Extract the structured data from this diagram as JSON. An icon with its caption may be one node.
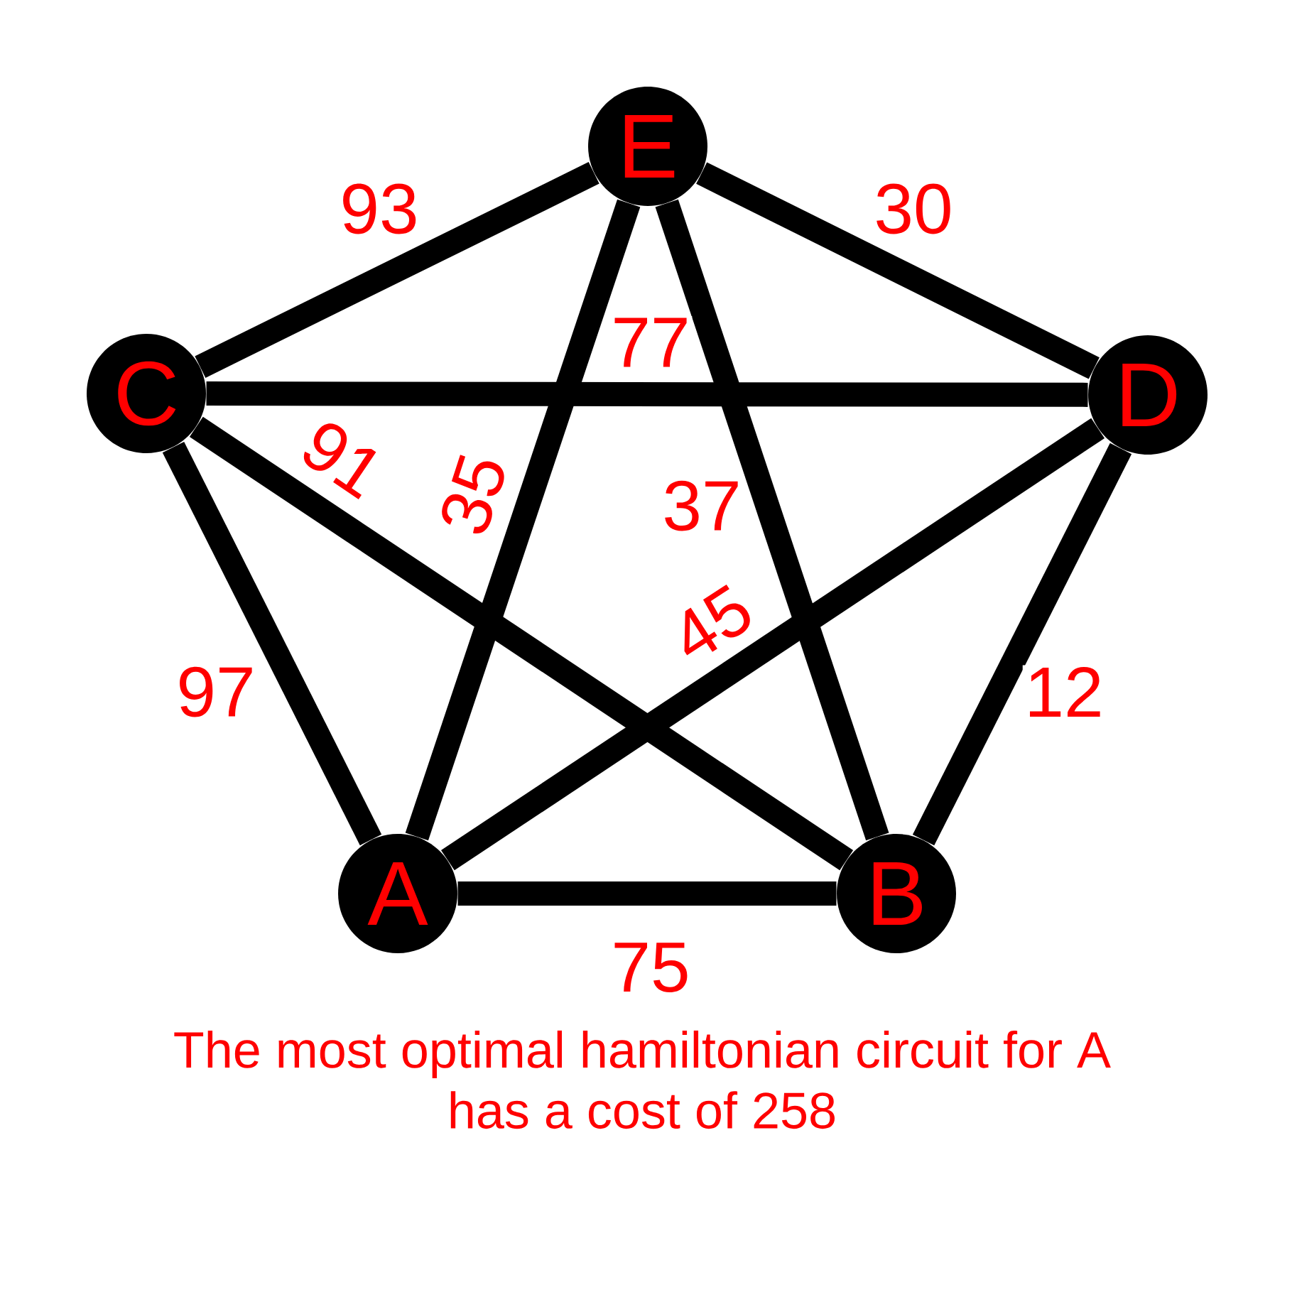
{
  "diagram": {
    "caption": "The most optimal hamiltonian circuit for A has a cost of 258",
    "nodes": [
      {
        "text": [
          "E"
        ]
      },
      {
        "text": [
          "C"
        ]
      },
      {
        "text": [
          "D"
        ]
      },
      {
        "text": [
          "A"
        ]
      },
      {
        "text": [
          "B"
        ]
      }
    ],
    "edges": [
      {
        "from": 1,
        "to": 0,
        "arrow": "none",
        "label": "93"
      },
      {
        "from": 0,
        "to": 2,
        "arrow": "none",
        "label": "30"
      },
      {
        "from": 1,
        "to": 2,
        "arrow": "none",
        "label": "77"
      },
      {
        "from": 1,
        "to": 4,
        "arrow": "none",
        "label": "91"
      },
      {
        "from": 3,
        "to": 0,
        "arrow": "none",
        "label": "35"
      },
      {
        "from": 0,
        "to": 4,
        "arrow": "none",
        "label": "37"
      },
      {
        "from": 3,
        "to": 2,
        "arrow": "none",
        "label": "45"
      },
      {
        "from": 2,
        "to": 4,
        "arrow": "none",
        "label": "12"
      },
      {
        "from": 1,
        "to": 3,
        "arrow": "none",
        "label": "97"
      },
      {
        "from": 3,
        "to": 4,
        "arrow": "none",
        "label": "75"
      }
    ]
  }
}
